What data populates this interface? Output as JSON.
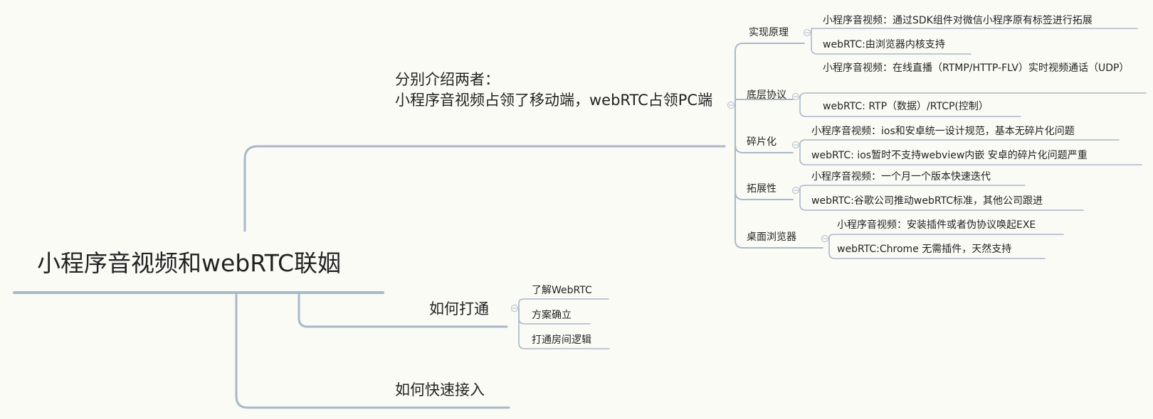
{
  "root": {
    "title": "小程序音视频和webRTC联姻"
  },
  "topics": [
    {
      "text": "分别介绍两者：\n小程序音视频占领了移动端，webRTC占领PC端",
      "subtopics": [
        {
          "text": "实现原理",
          "leaves": [
            "小程序音视频：通过SDK组件对微信小程序原有标签进行拓展",
            "webRTC:由浏览器内核支持"
          ]
        },
        {
          "text": "底层协议",
          "leaves": [
            "小程序音视频：在线直播（RTMP/HTTP-FLV）实时视频通话（UDP）",
            "webRTC: RTP（数据）/RTCP(控制）"
          ]
        },
        {
          "text": "碎片化",
          "leaves": [
            "小程序音视频：ios和安卓统一设计规范，基本无碎片化问题",
            "webRTC: ios暂时不支持webview内嵌 安卓的碎片化问题严重"
          ]
        },
        {
          "text": "拓展性",
          "leaves": [
            "小程序音视频：一个月一个版本快速迭代",
            "webRTC:谷歌公司推动webRTC标准，其他公司跟进"
          ]
        },
        {
          "text": "桌面浏览器",
          "leaves": [
            "小程序音视频：安装插件或者伪协议唤起EXE",
            "webRTC:Chrome 无需插件，天然支持"
          ]
        }
      ]
    },
    {
      "text": "如何打通",
      "subtopics": [
        {
          "text": "了解WebRTC"
        },
        {
          "text": "方案确立"
        },
        {
          "text": "打通房间逻辑"
        }
      ]
    },
    {
      "text": "如何快速接入"
    }
  ]
}
